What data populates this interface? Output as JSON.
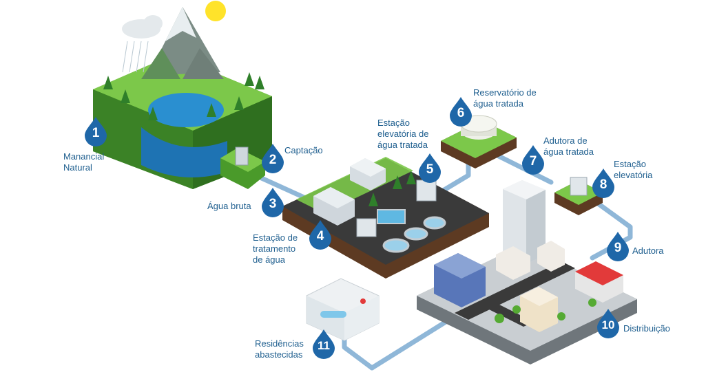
{
  "colors": {
    "drop": "#1f67a8",
    "label": "#1f5f8f",
    "pipe": "#8fb7d8",
    "grass": "#6abf3c",
    "water": "#2a8fd0",
    "asphalt": "#3a3a3a"
  },
  "steps": [
    {
      "number": "1",
      "label": "Manancial\nNatural"
    },
    {
      "number": "2",
      "label": "Captação"
    },
    {
      "number": "3",
      "label": "Água bruta"
    },
    {
      "number": "4",
      "label": "Estação de\ntratamento\nde água"
    },
    {
      "number": "5",
      "label": "Estação\nelevatória de\nágua tratada"
    },
    {
      "number": "6",
      "label": "Reservatório de\nágua tratada"
    },
    {
      "number": "7",
      "label": "Adutora de\nágua tratada"
    },
    {
      "number": "8",
      "label": "Estação\nelevatória"
    },
    {
      "number": "9",
      "label": "Adutora"
    },
    {
      "number": "10",
      "label": "Distribuição"
    },
    {
      "number": "11",
      "label": "Residências\nabastecidas"
    }
  ]
}
